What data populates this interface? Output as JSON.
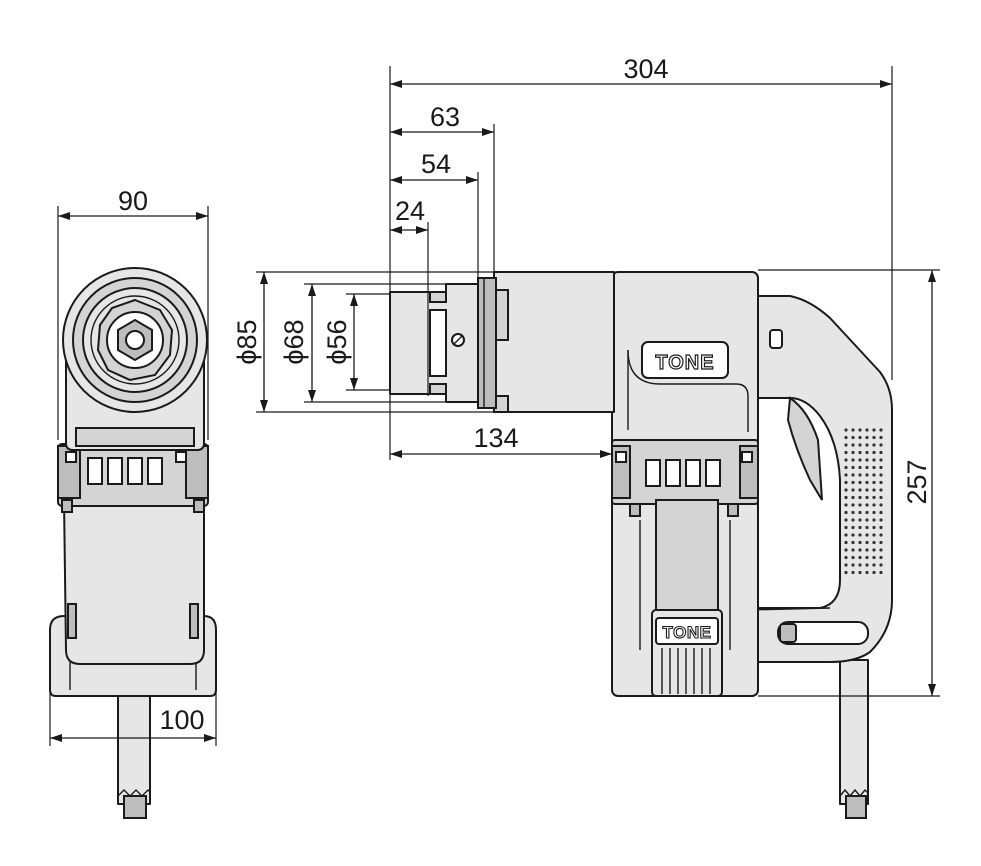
{
  "brand": {
    "logo_text": "TONE",
    "grip_text": "TONE"
  },
  "dimensions": {
    "front_width": "90",
    "base_width": "100",
    "overall_length": "304",
    "nose_to_flange": "63",
    "nose_to_ring": "54",
    "socket_depth": "24",
    "head_length": "134",
    "diameter_outer": "ϕ85",
    "diameter_mid": "ϕ68",
    "diameter_inner": "ϕ56",
    "overall_height": "257"
  }
}
